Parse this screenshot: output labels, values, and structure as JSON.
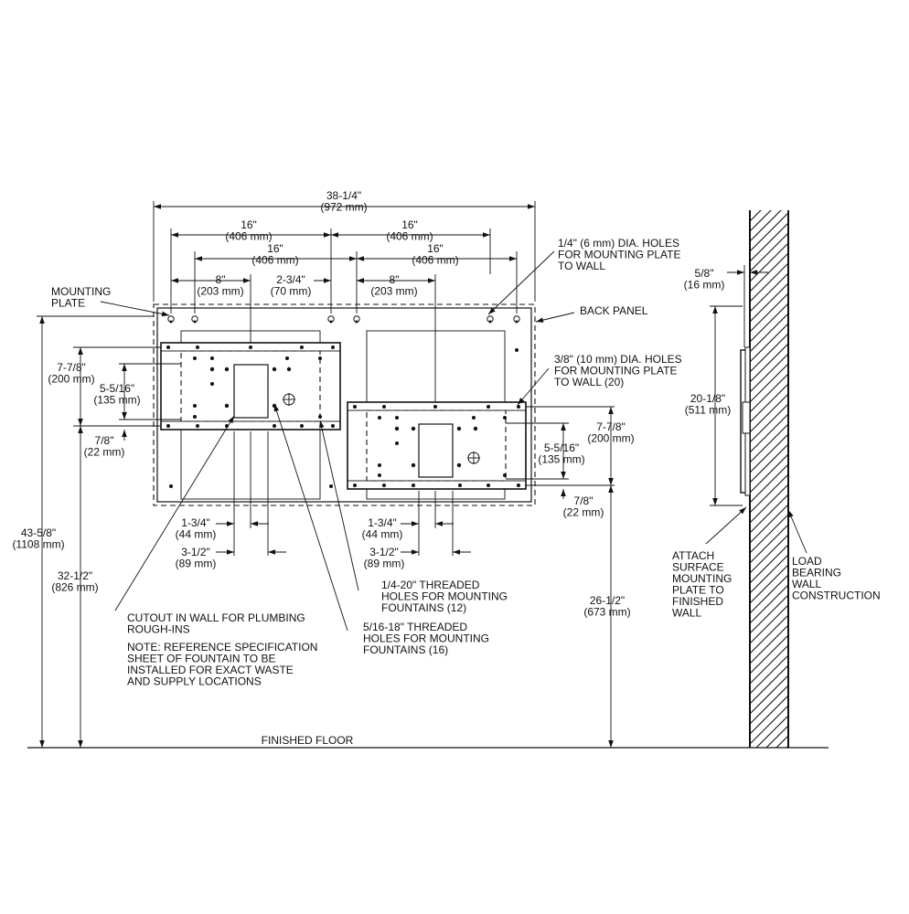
{
  "labels": {
    "overall_width": [
      "38-1/4\"",
      "(972 mm)"
    ],
    "top_left_16": [
      "16\"",
      "(406 mm)"
    ],
    "top_right_16": [
      "16\"",
      "(406 mm)"
    ],
    "mid_left_16": [
      "16\"",
      "(406 mm)"
    ],
    "mid_right_16": [
      "16\"",
      "(406 mm)"
    ],
    "left_8": [
      "8\"",
      "(203 mm)"
    ],
    "right_8": [
      "8\"",
      "(203 mm)"
    ],
    "center_2_3_4": [
      "2-3/4\"",
      "(70 mm)"
    ],
    "mounting_plate": [
      "MOUNTING",
      "PLATE"
    ],
    "back_panel": [
      "BACK PANEL"
    ],
    "holes_quarter": [
      "1/4\" (6 mm) DIA. HOLES",
      "FOR MOUNTING PLATE",
      "TO WALL"
    ],
    "holes_three_eighths": [
      "3/8\" (10 mm) DIA. HOLES",
      "FOR MOUNTING PLATE",
      "TO WALL (20)"
    ],
    "left_7_7_8": [
      "7-7/8\"",
      "(200 mm)"
    ],
    "left_5_5_16": [
      "5-5/16\"",
      "(135 mm)"
    ],
    "left_7_8": [
      "7/8\"",
      "(22 mm)"
    ],
    "right_7_7_8": [
      "7-7/8\"",
      "(200 mm)"
    ],
    "right_5_5_16": [
      "5-5/16\"",
      "(135 mm)"
    ],
    "right_7_8": [
      "7/8\"",
      "(22 mm)"
    ],
    "left_1_3_4": [
      "1-3/4\"",
      "(44 mm)"
    ],
    "left_3_1_2": [
      "3-1/2\"",
      "(89 mm)"
    ],
    "right_1_3_4": [
      "1-3/4\"",
      "(44 mm)"
    ],
    "right_3_1_2": [
      "3-1/2\"",
      "(89 mm)"
    ],
    "threaded_1_4_20": [
      "1/4-20\" THREADED",
      "HOLES FOR MOUNTING",
      "FOUNTAINS (12)"
    ],
    "threaded_5_16_18": [
      "5/16-18\" THREADED",
      "HOLES FOR MOUNTING",
      "FOUNTAINS (16)"
    ],
    "cutout": [
      "CUTOUT IN WALL FOR PLUMBING",
      "ROUGH-INS"
    ],
    "note": [
      "NOTE: REFERENCE SPECIFICATION",
      "SHEET OF FOUNTAIN TO BE",
      "INSTALLED FOR EXACT WASTE",
      "AND SUPPLY LOCATIONS"
    ],
    "height_43_5_8": [
      "43-5/8\"",
      "(1108 mm)"
    ],
    "height_32_1_2": [
      "32-1/2\"",
      "(826 mm)"
    ],
    "height_26_1_2": [
      "26-1/2\"",
      "(673 mm)"
    ],
    "finished_floor": [
      "FINISHED FLOOR"
    ],
    "side_5_8": [
      "5/8\"",
      "(16 mm)"
    ],
    "side_20_1_8": [
      "20-1/8\"",
      "(511 mm)"
    ],
    "attach": [
      "ATTACH",
      "SURFACE",
      "MOUNTING",
      "PLATE TO",
      "FINISHED",
      "WALL"
    ],
    "load_bearing": [
      "LOAD",
      "BEARING",
      "WALL",
      "CONSTRUCTION"
    ]
  }
}
